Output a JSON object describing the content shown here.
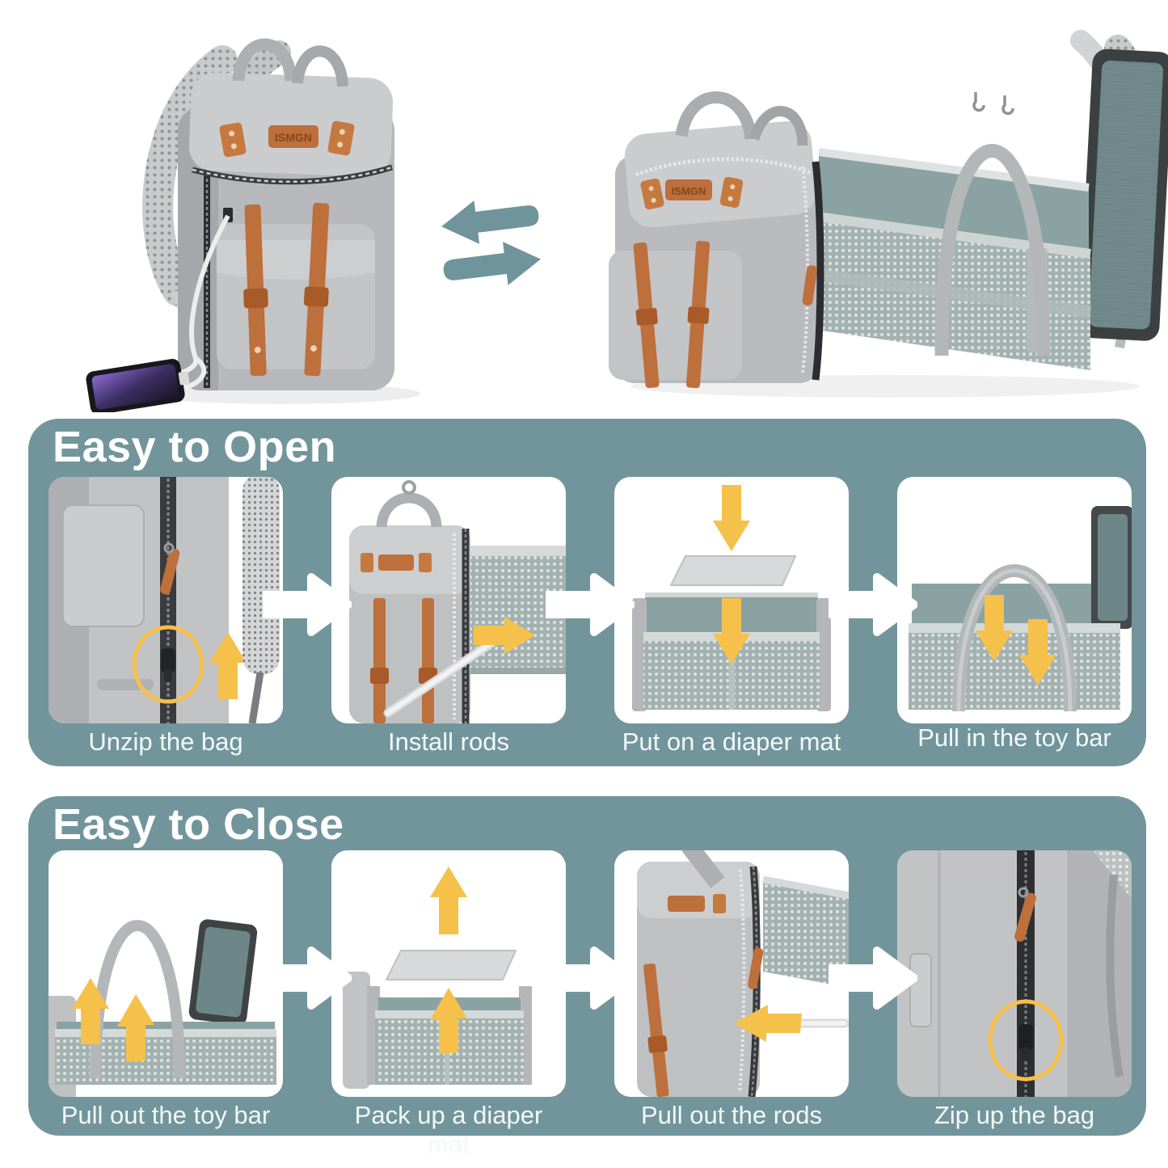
{
  "theme": {
    "page_background": "#ffffff",
    "panel_color": "#72959c",
    "title_color": "#ffffff",
    "label_color": "#f4f8f8",
    "step_arrow_color": "#ffffff",
    "highlight_yellow": "#f5c14b",
    "swap_arrow_color": "#6f949b",
    "leather_orange": "#bd6f3c",
    "bag_gray": "#bcbdbf",
    "mesh_gray_green": "#a3b2b0",
    "interior_teal": "#8aa2a2"
  },
  "brand": {
    "logo_text": "ISMGN"
  },
  "open_panel": {
    "title": "Easy to Open",
    "steps": [
      {
        "label": "Unzip the bag"
      },
      {
        "label": "Install rods"
      },
      {
        "label": "Put on a diaper mat"
      },
      {
        "label": "Pull in the toy bar"
      }
    ]
  },
  "close_panel": {
    "title": "Easy to Close",
    "steps": [
      {
        "label": "Pull out the toy bar"
      },
      {
        "label": "Pack up a diaper mat"
      },
      {
        "label": "Pull out the rods"
      },
      {
        "label": "Zip up the bag"
      }
    ]
  }
}
